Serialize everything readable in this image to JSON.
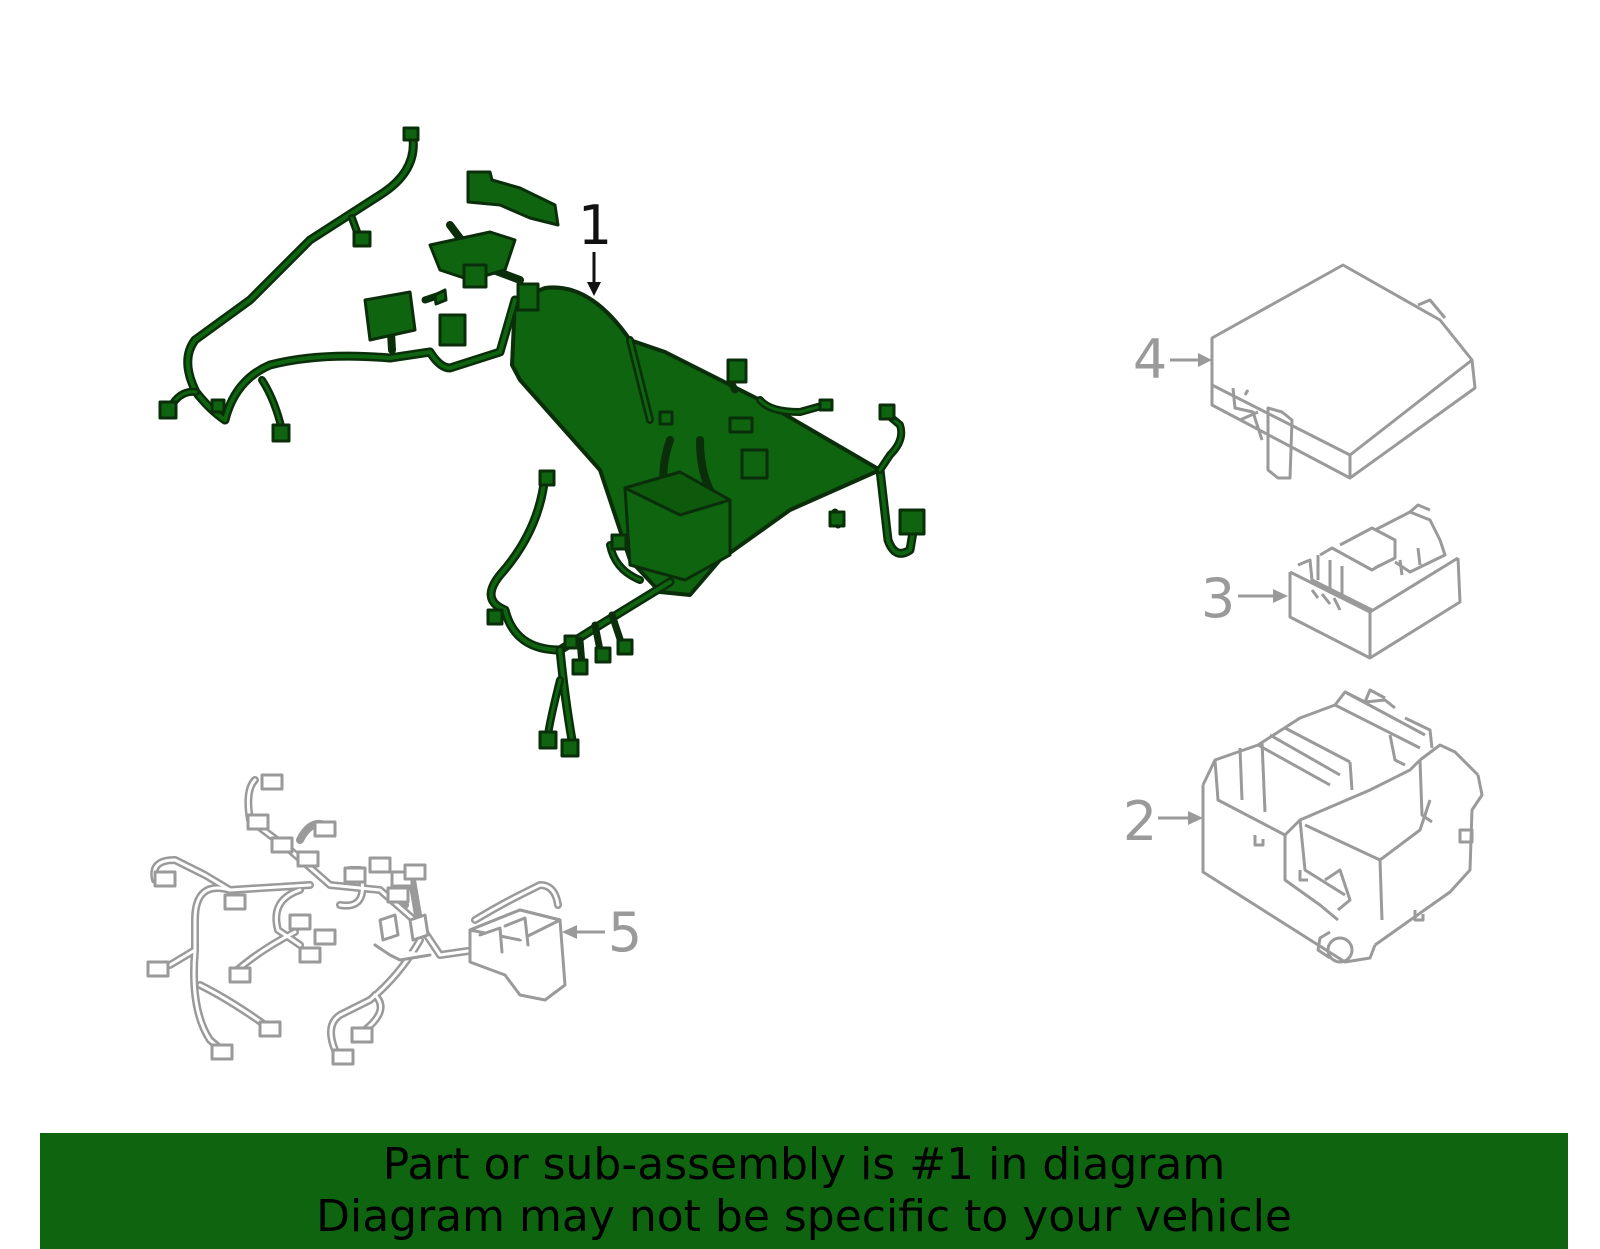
{
  "colors": {
    "highlight_fill": "#0f6410",
    "highlight_stroke": "#0a2e0a",
    "part_gray": "#9a9a9a",
    "banner_bg": "#0f6410"
  },
  "callouts": [
    "1",
    "2",
    "3",
    "4",
    "5"
  ],
  "banner": {
    "line1": "Part or sub-assembly is #1 in diagram",
    "line2": "Diagram may not be specific to your vehicle"
  }
}
